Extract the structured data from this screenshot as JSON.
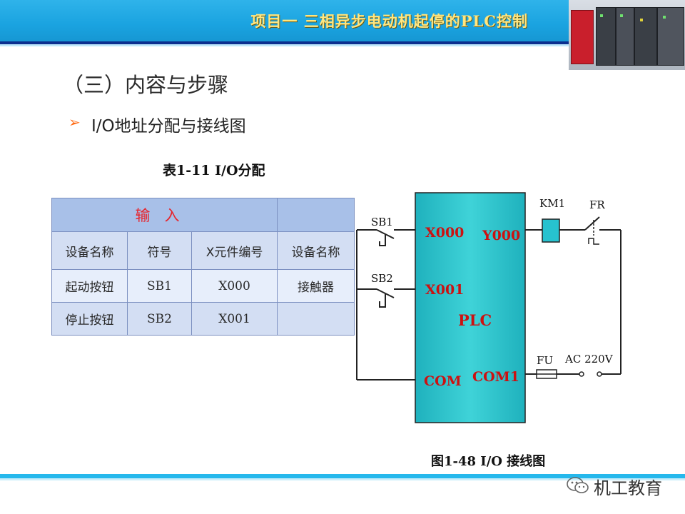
{
  "header": {
    "title": "项目一  三相异步电动机起停的PLC控制"
  },
  "section": {
    "title": "（三）内容与步骤",
    "bullet": "I/O地址分配与接线图"
  },
  "table": {
    "caption": "表1-11   I/O分配",
    "group_header": "输入",
    "columns": [
      "设备名称",
      "符号",
      "X元件编号",
      "设备名称"
    ],
    "rows": [
      [
        "起动按钮",
        "SB1",
        "X000",
        "接触器"
      ],
      [
        "停止按钮",
        "SB2",
        "X001",
        ""
      ]
    ]
  },
  "diagram": {
    "plc_label": "PLC",
    "inputs": [
      "X000",
      "X001"
    ],
    "common": "COM",
    "output": "Y000",
    "output_common": "COM1",
    "buttons": [
      "SB1",
      "SB2"
    ],
    "coil": "KM1",
    "overload": "FR",
    "fuse": "FU",
    "supply": "AC 220V",
    "colors": {
      "plc_fill": "#2cc7cf",
      "coil_fill": "#27c2cf",
      "text_red": "#cc1111"
    },
    "caption": "图1-48 I/O 接线图"
  },
  "footer": {
    "watermark": "机工教育",
    "watermark_icon": "wechat-icon"
  },
  "colors": {
    "header_band": "#1aa3e0",
    "header_text": "#ffe680",
    "bullet": "#ff6a13",
    "table_header_text": "#e6252d"
  }
}
